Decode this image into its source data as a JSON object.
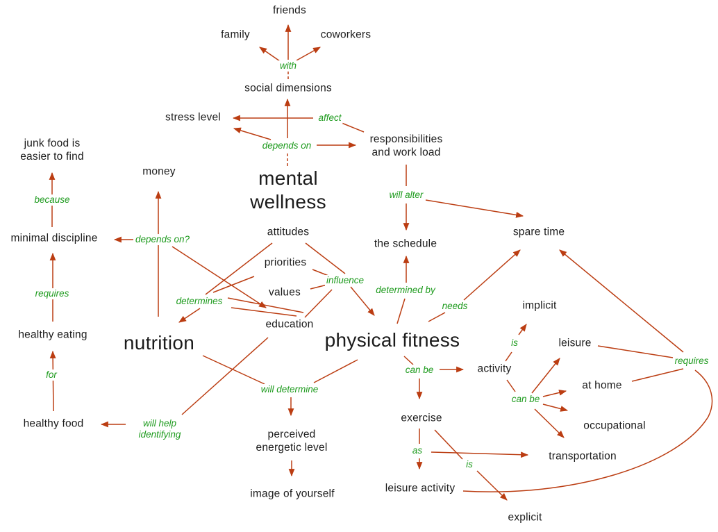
{
  "diagram": {
    "type": "concept map",
    "topic": "mental wellness, nutrition and physical fitness",
    "colors": {
      "background": "#ffffff",
      "concept_text": "#1b1b1b",
      "link_label_text": "#1e9b1e",
      "line": "#bb3d12"
    },
    "concepts": {
      "friends": "friends",
      "family": "family",
      "coworkers": "coworkers",
      "social_dimensions": "social dimensions",
      "stress_level": "stress level",
      "responsibilities": "responsibilities\nand work load",
      "mental_wellness": "mental\nwellness",
      "money": "money",
      "junk_food": "junk food is\neasier to find",
      "minimal_discipline": "minimal discipline",
      "healthy_eating": "healthy eating",
      "healthy_food": "healthy food",
      "attitudes": "attitudes",
      "priorities": "priorities",
      "values": "values",
      "education": "education",
      "nutrition": "nutrition",
      "physical_fitness": "physical fitness",
      "the_schedule": "the schedule",
      "spare_time": "spare time",
      "implicit": "implicit",
      "activity": "activity",
      "exercise": "exercise",
      "leisure": "leisure",
      "at_home": "at home",
      "occupational": "occupational",
      "transportation": "transportation",
      "leisure_activity": "leisure activity",
      "explicit": "explicit",
      "perceived_energetic_level": "perceived\nenergetic level",
      "image_of_yourself": "image of yourself"
    },
    "link_labels": {
      "with": "with",
      "affect": "affect",
      "depends_on": "depends on",
      "will_alter": "will alter",
      "because": "because",
      "depends_on_q": "depends on?",
      "requires_left": "requires",
      "for": "for",
      "determines": "determines",
      "influence": "influence",
      "determined_by": "determined by",
      "needs": "needs",
      "will_help_identifying": "will help\nidentifying",
      "will_determine": "will determine",
      "can_be_1": "can be",
      "is_1": "is",
      "can_be_2": "can be",
      "as": "as",
      "is_2": "is",
      "requires_right": "requires"
    },
    "propositions": [
      {
        "from": [
          "social dimensions"
        ],
        "label": "with",
        "to": [
          "friends",
          "family",
          "coworkers"
        ]
      },
      {
        "from": [
          "mental wellness"
        ],
        "label": "depends on",
        "to": [
          "social dimensions",
          "stress level",
          "responsibilities and work load"
        ]
      },
      {
        "from": [
          "responsibilities and work load"
        ],
        "label": "affect",
        "to": [
          "stress level"
        ]
      },
      {
        "from": [
          "responsibilities and work load"
        ],
        "label": "will alter",
        "to": [
          "the schedule",
          "spare time"
        ]
      },
      {
        "from": [
          "physical fitness"
        ],
        "label": "determined by",
        "to": [
          "the schedule"
        ]
      },
      {
        "from": [
          "physical fitness"
        ],
        "label": "needs",
        "to": [
          "spare time"
        ]
      },
      {
        "from": [
          "physical fitness"
        ],
        "label": "can be",
        "to": [
          "activity",
          "exercise"
        ]
      },
      {
        "from": [
          "activity"
        ],
        "label": "is",
        "to": [
          "implicit"
        ]
      },
      {
        "from": [
          "activity"
        ],
        "label": "can be",
        "to": [
          "leisure",
          "at home",
          "occupational",
          "transportation"
        ]
      },
      {
        "from": [
          "exercise"
        ],
        "label": "as",
        "to": [
          "transportation",
          "leisure activity"
        ]
      },
      {
        "from": [
          "exercise"
        ],
        "label": "is",
        "to": [
          "explicit"
        ]
      },
      {
        "from": [
          "leisure",
          "at home",
          "leisure activity"
        ],
        "label": "requires",
        "to": [
          "spare time"
        ]
      },
      {
        "from": [
          "nutrition"
        ],
        "label": "depends on?",
        "to": [
          "money",
          "minimal discipline",
          "education"
        ]
      },
      {
        "from": [
          "minimal discipline"
        ],
        "label": "because",
        "to": [
          "junk food is easier to find"
        ]
      },
      {
        "from": [
          "healthy eating"
        ],
        "label": "requires",
        "to": [
          "minimal discipline"
        ]
      },
      {
        "from": [
          "healthy food"
        ],
        "label": "for",
        "to": [
          "healthy eating"
        ]
      },
      {
        "from": [
          "education"
        ],
        "label": "will help identifying",
        "to": [
          "healthy food"
        ]
      },
      {
        "from": [
          "attitudes",
          "priorities",
          "values",
          "education"
        ],
        "label": "determines",
        "to": [
          "nutrition"
        ]
      },
      {
        "from": [
          "attitudes",
          "priorities",
          "values",
          "education"
        ],
        "label": "influence",
        "to": [
          "physical fitness"
        ]
      },
      {
        "from": [
          "nutrition",
          "physical fitness"
        ],
        "label": "will determine",
        "to": [
          "perceived energetic level"
        ]
      },
      {
        "from": [
          "perceived energetic level"
        ],
        "label": "",
        "to": [
          "image of yourself"
        ]
      }
    ]
  }
}
